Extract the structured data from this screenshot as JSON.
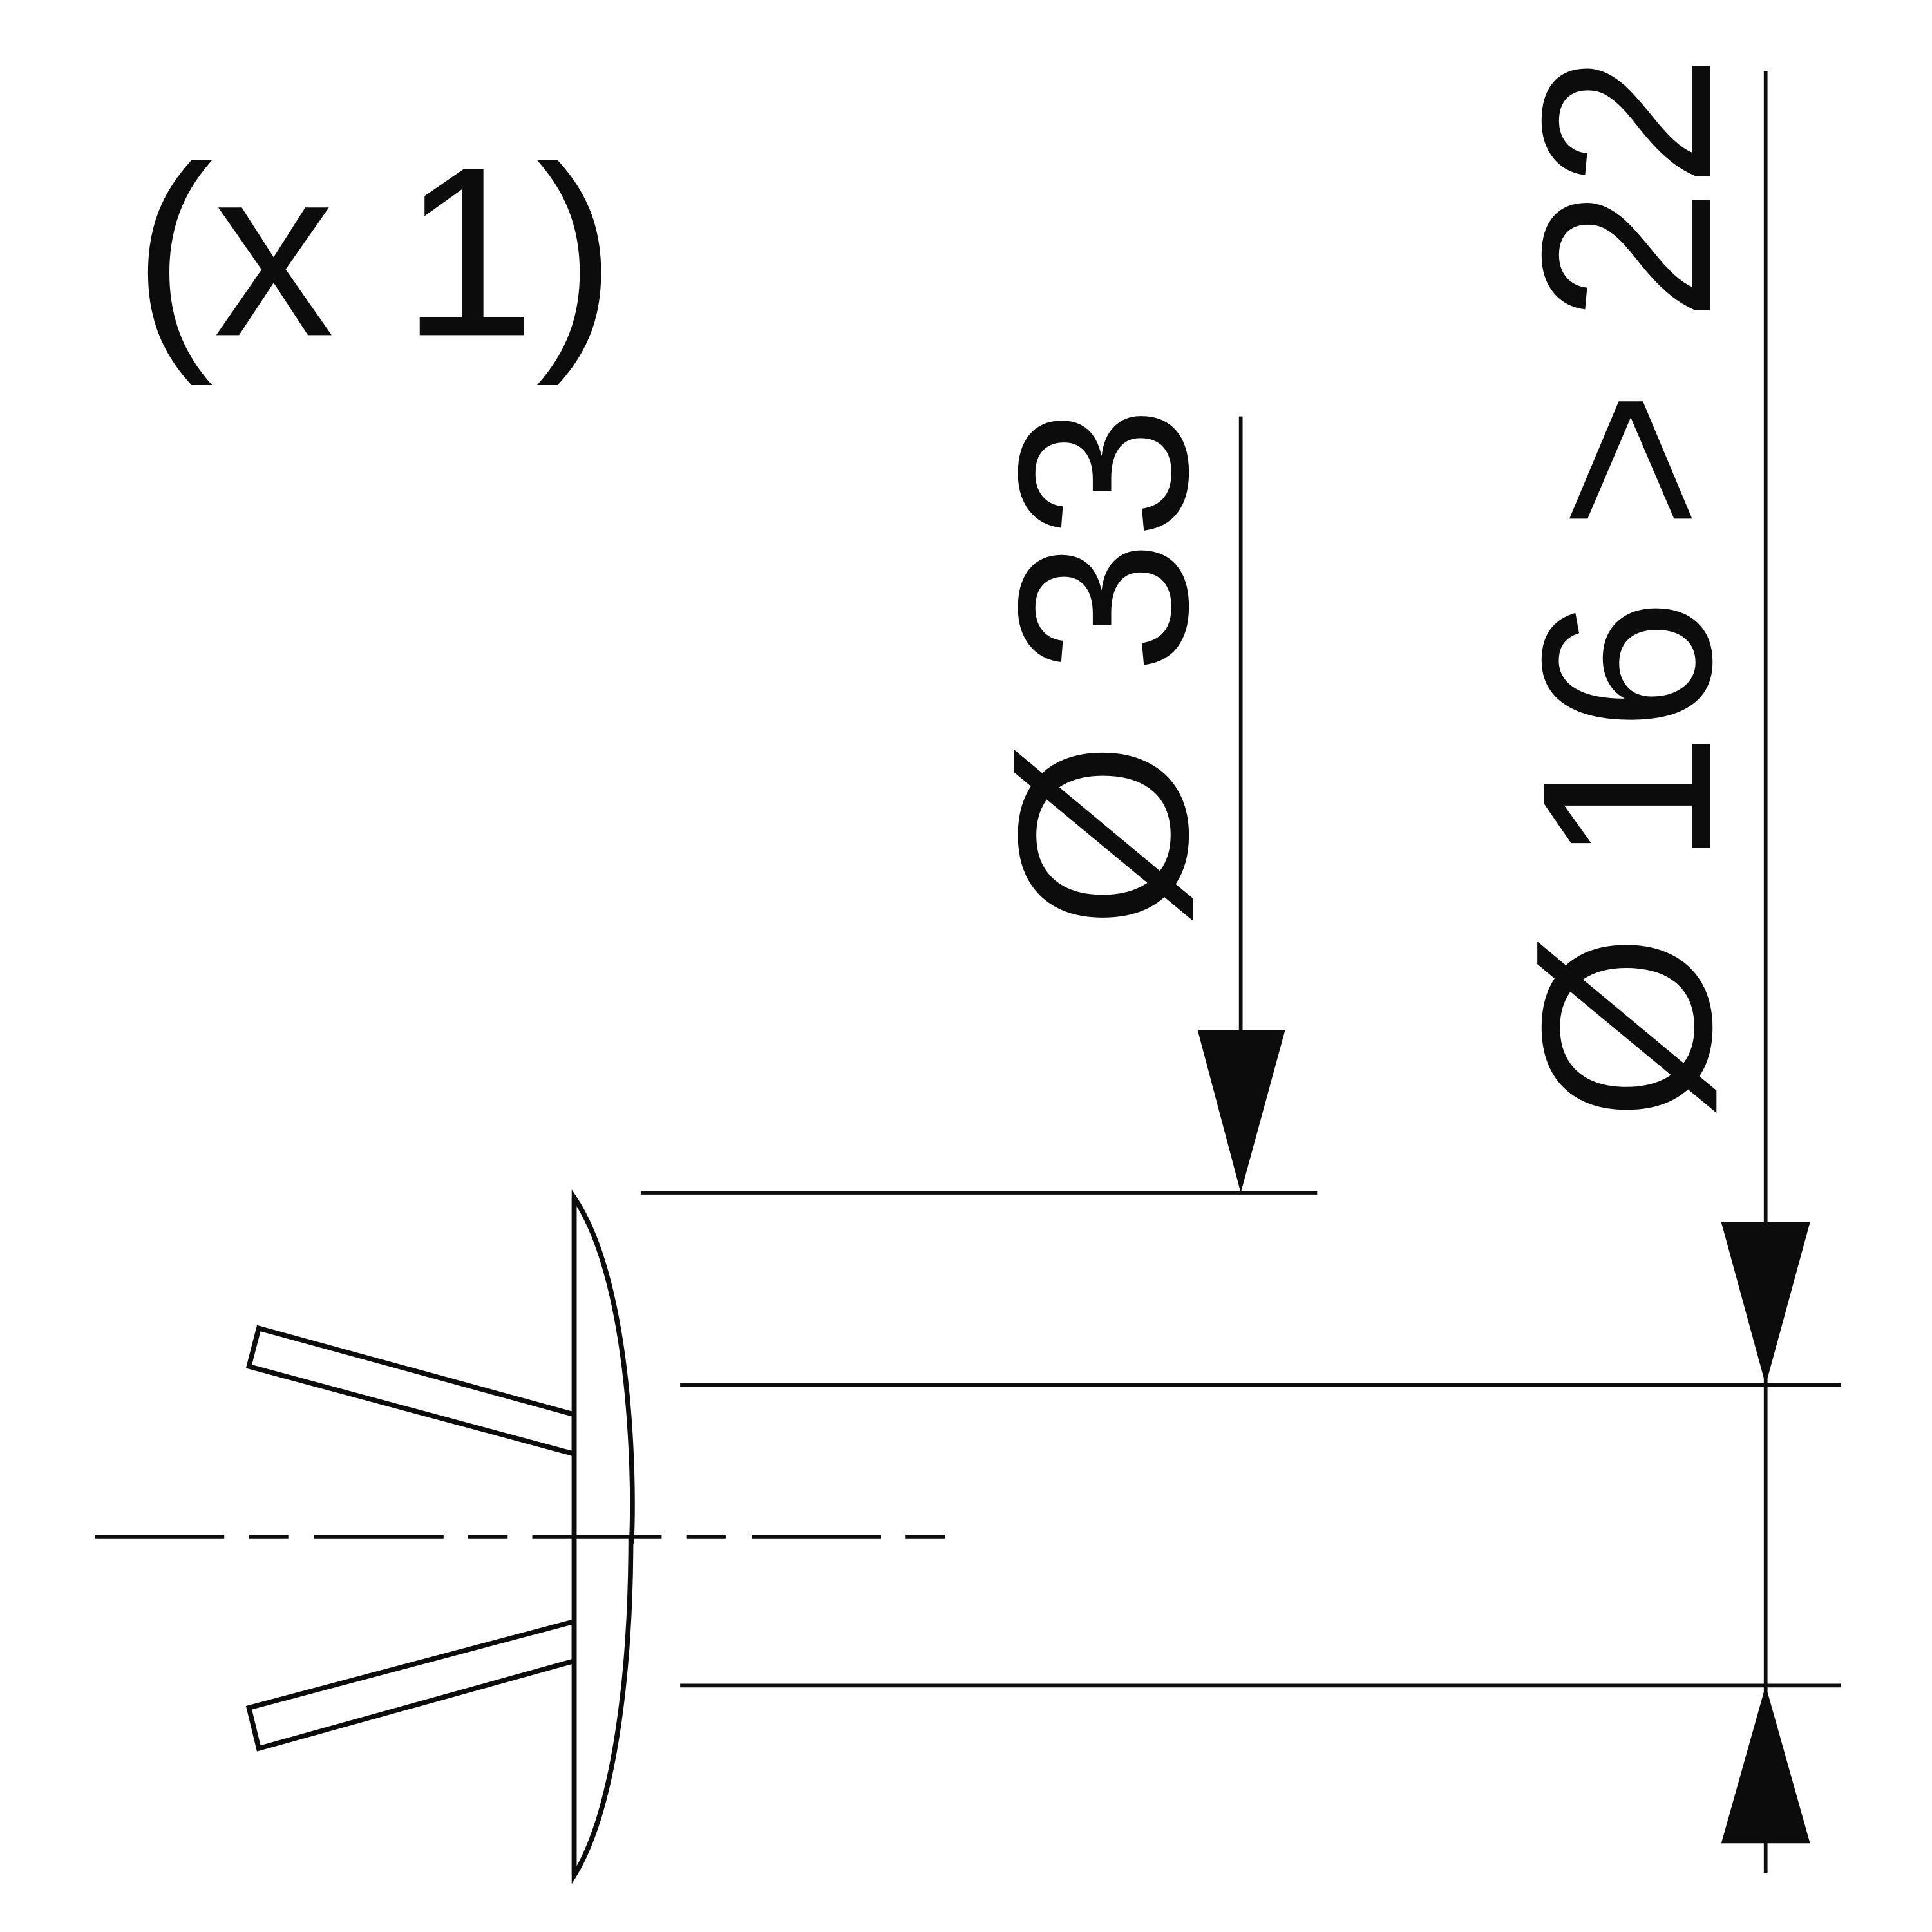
{
  "quantity_label": "(x 1)",
  "dimensions": {
    "outer_diameter": "Ø 33",
    "inner_diameter": "Ø 16 > 22"
  },
  "colors": {
    "ink": "#0c0c0c",
    "background": "#ffffff"
  }
}
